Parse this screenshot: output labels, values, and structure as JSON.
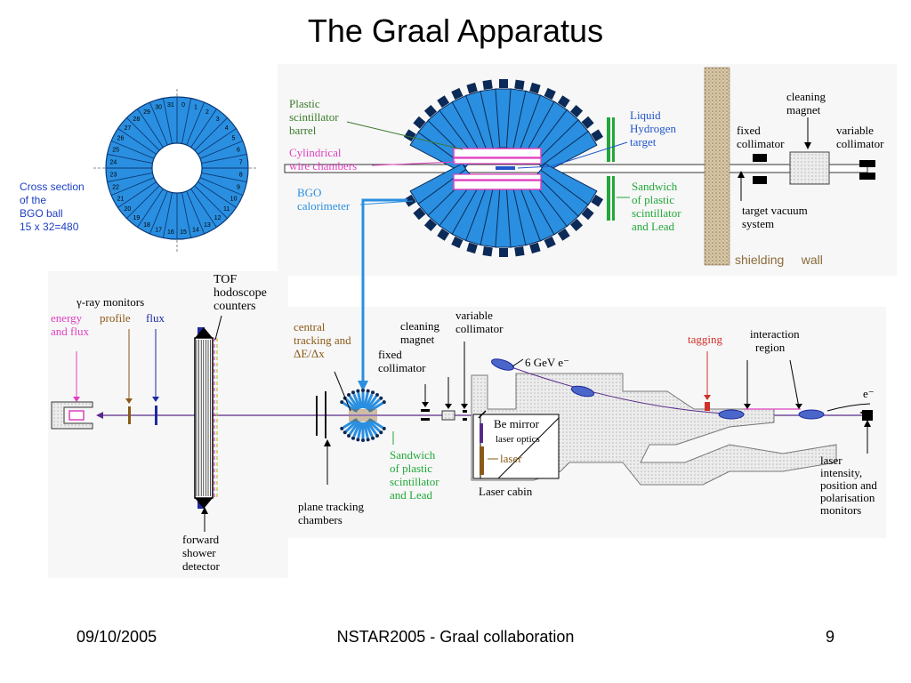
{
  "slide": {
    "title": "The Graal Apparatus",
    "footer_date": "09/10/2005",
    "footer_center": "NSTAR2005 - Graal collaboration",
    "footer_page": "9"
  },
  "bgo_ball": {
    "caption": [
      "Cross section",
      "of the",
      "BGO ball",
      "15 x 32=480"
    ],
    "sector_numbers": [
      "0",
      "1",
      "2",
      "3",
      "4",
      "5",
      "6",
      "7",
      "8",
      "9",
      "10",
      "11",
      "12",
      "13",
      "14",
      "15",
      "16",
      "17",
      "18",
      "19",
      "20",
      "21",
      "22",
      "23",
      "24",
      "25",
      "26",
      "27",
      "28",
      "29",
      "30",
      "31"
    ]
  },
  "detector_panel": {
    "plastic_barrel": [
      "Plastic",
      "scintillator",
      "barrel"
    ],
    "wire_chambers": [
      "Cylindrical",
      "wire chambers"
    ],
    "bgo": [
      "BGO",
      "calorimeter"
    ],
    "target": [
      "Liquid",
      "Hydrogen",
      "target"
    ],
    "sandwich": [
      "Sandwich",
      "of plastic",
      "scintillator",
      "and Lead"
    ],
    "fixed_collimator": [
      "fixed",
      "collimator"
    ],
    "cleaning_magnet": [
      "cleaning",
      "magnet"
    ],
    "variable_collimator": [
      "variable",
      "collimator"
    ],
    "vacuum": [
      "target vacuum",
      "system"
    ],
    "shielding": "shielding     wall"
  },
  "beamline": {
    "gamma_monitors": "γ-ray  monitors",
    "energy_flux": [
      "energy",
      "and flux"
    ],
    "profile": "profile",
    "flux": "flux",
    "tof": [
      "TOF",
      "hodoscope",
      "counters"
    ],
    "forward_shower": [
      "forward",
      "shower",
      "detector"
    ],
    "central_tracking": [
      "central",
      "tracking and",
      "ΔE/Δx"
    ],
    "plane_tracking": [
      "plane tracking",
      "chambers"
    ],
    "sandwich": [
      "Sandwich",
      "of plastic",
      "scintillator",
      "and Lead"
    ],
    "cleaning_magnet": [
      "cleaning",
      "magnet"
    ],
    "fixed_collimator": [
      "fixed",
      "collimator"
    ],
    "variable_collimator": [
      "variable",
      "collimator"
    ],
    "be_mirror": "Be mirror",
    "laser_optics": "laser optics",
    "laser": "laser",
    "laser_cabin": "Laser cabin",
    "beam_energy": "6 GeV e⁻",
    "tagging": "tagging",
    "interaction_region": [
      "interaction",
      "region"
    ],
    "electron": "e⁻",
    "laser_monitors": [
      "laser",
      "intensity,",
      "position and",
      "polarisation",
      "monitors"
    ]
  },
  "colors": {
    "bgo_blue": "#2a8fe0",
    "caption_blue": "#1d3fc4",
    "plastic_green": "#3c7a2c",
    "magenta": "#e040c0",
    "sandwich_green": "#22a83a",
    "tagging_red": "#d0302a",
    "laser_brown": "#8a5a18"
  }
}
